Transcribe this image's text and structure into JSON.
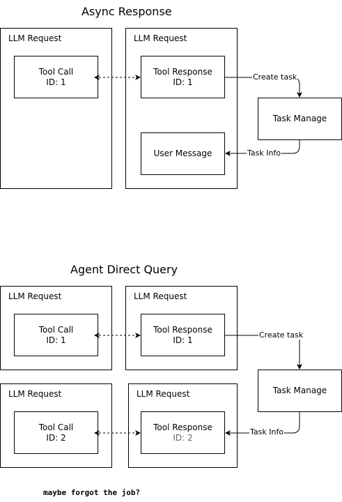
{
  "top": {
    "title": "Async Response",
    "left_frame": {
      "label": "LLM Request"
    },
    "right_frame": {
      "label": "LLM Request"
    },
    "tool_call": {
      "line1": "Tool Call",
      "line2": "ID: 1"
    },
    "tool_response": {
      "line1": "Tool Response",
      "line2": "ID: 1"
    },
    "user_message": {
      "label": "User Message"
    },
    "task_manage": {
      "label": "Task Manage"
    },
    "edge_create_task": "Create task",
    "edge_task_info": "Task Info"
  },
  "bottom": {
    "title": "Agent Direct Query",
    "frame1": {
      "label": "LLM Request"
    },
    "frame2": {
      "label": "LLM Request"
    },
    "frame3": {
      "label": "LLM Request"
    },
    "frame4": {
      "label": "LLM Request"
    },
    "tool_call_1": {
      "line1": "Tool Call",
      "line2": "ID: 1"
    },
    "tool_response_1": {
      "line1": "Tool Response",
      "line2": "ID: 1"
    },
    "tool_call_2": {
      "line1": "Tool Call",
      "line2": "ID: 2"
    },
    "tool_response_2": {
      "line1": "Tool Response",
      "line2": "ID: 2"
    },
    "task_manage": {
      "label": "Task Manage"
    },
    "edge_create_task": "Create task",
    "edge_task_info": "Task Info"
  },
  "note": "maybe forgot the job?"
}
